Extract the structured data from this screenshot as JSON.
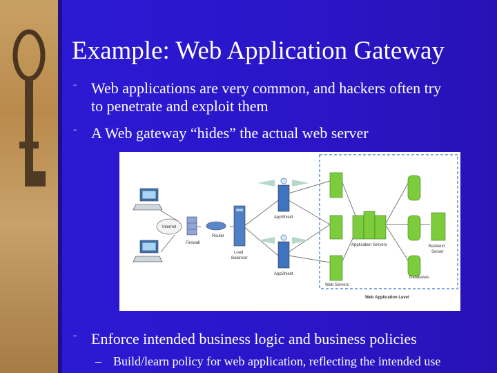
{
  "slide": {
    "title": "Example: Web Application Gateway",
    "bullets": [
      {
        "mark": "¨",
        "lines": [
          "Web applications are very common, and hackers often try",
          "to penetrate and exploit them"
        ]
      },
      {
        "mark": "¨",
        "lines": [
          "A Web gateway “hides” the actual web server"
        ]
      },
      {
        "mark": "¨",
        "lines": [
          "Enforce intended business logic and business policies"
        ]
      }
    ],
    "sub_bullet": {
      "dash": "–",
      "text": "Build/learn policy for web application, reflecting the intended use"
    }
  },
  "diagram": {
    "labels": {
      "internet": "Internet",
      "firewall": "Firewall",
      "router": "Router",
      "load_balancer_line1": "Load",
      "load_balancer_line2": "Balancer",
      "appshield_top": "AppShield",
      "appshield_bottom": "AppShield",
      "application_servers": "Application Servers",
      "backend_line1": "Backend",
      "backend_line2": "Server",
      "databases": "Databases",
      "web_servers": "Web Servers",
      "web_application_level": "Web Application Level"
    }
  },
  "colors": {
    "background": "#2a16c8",
    "text": "#ffffff",
    "server_green": "#7ccc3c",
    "dashed_border": "#5b8bd0"
  }
}
